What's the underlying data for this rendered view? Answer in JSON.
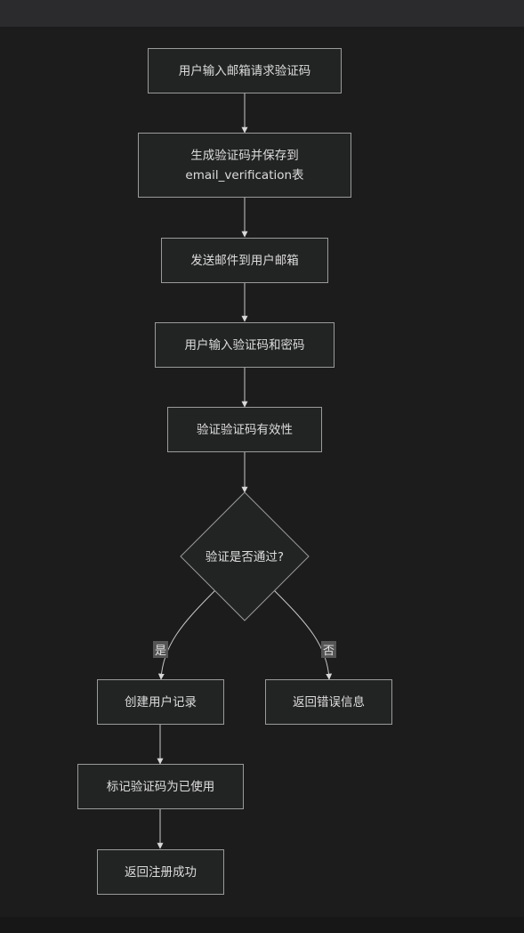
{
  "nodes": {
    "n1": "用户输入邮箱请求验证码",
    "n2_line1": "生成验证码并保存到",
    "n2_line2": "email_verification表",
    "n3": "发送邮件到用户邮箱",
    "n4": "用户输入验证码和密码",
    "n5": "验证验证码有效性",
    "decision": "验证是否通过?",
    "yes_branch": "创建用户记录",
    "no_branch": "返回错误信息",
    "n7": "标记验证码为已使用",
    "n8": "返回注册成功"
  },
  "edge_labels": {
    "yes": "是",
    "no": "否"
  }
}
